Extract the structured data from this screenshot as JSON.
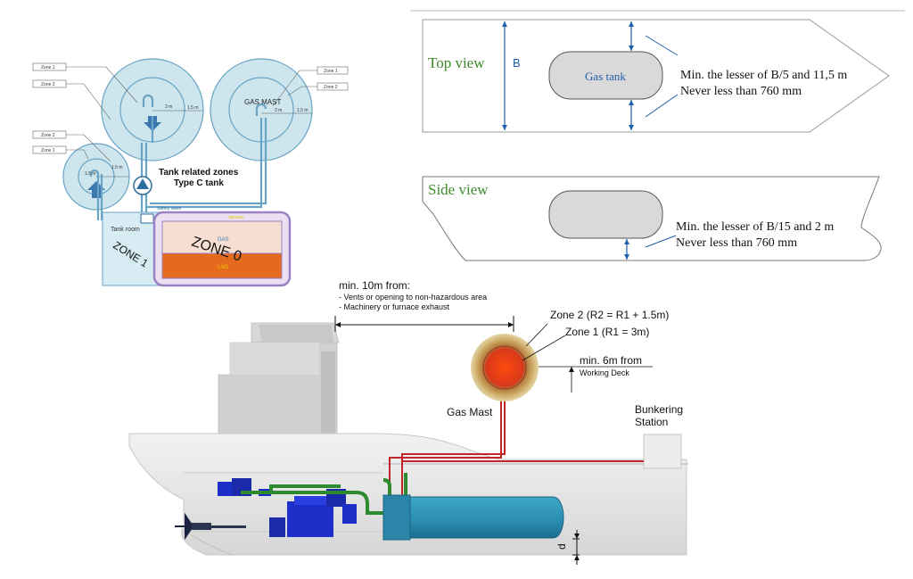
{
  "zones_diagram": {
    "labels": {
      "zone1": "Zone 1",
      "zone2": "Zone 2",
      "gas_mast": "GAS MAST",
      "r3m": "3 m",
      "r15m": "1.5 m",
      "title_line1": "Tank related zones",
      "title_line2": "Type C tank",
      "safety_valve": "Safety valve",
      "tank_room": "Tank room",
      "zone_1_room": "ZONE 1",
      "zone_0": "ZONE 0",
      "vacuum": "vacuum",
      "gas": "GAS",
      "lng": "LNG"
    },
    "colors": {
      "zone_fill": "#cde6ee",
      "tank_outline": "#9a82c4",
      "gas_fill": "#f6dfd0",
      "lng_fill": "#e46a1e",
      "pipe": "#6aa4c4"
    }
  },
  "top_view": {
    "label": "Top view",
    "beam": "B",
    "tank": "Gas tank",
    "line1": "Min. the lesser of B/5 and 11,5 m",
    "line2": "Never less than 760 mm",
    "label_color": "#3e8a2c"
  },
  "side_view": {
    "label": "Side view",
    "line1": "Min. the lesser of B/15 and 2 m",
    "line2": "Never less than 760 mm",
    "label_color": "#3e8a2c"
  },
  "ship": {
    "distance_header": "min. 10m from:",
    "distance_item1": "- Vents or opening to non-hazardous area",
    "distance_item2": "- Machinery or furnace exhaust",
    "zone2": "Zone 2 (R2 = R1 + 1.5m)",
    "zone1": "Zone 1 (R1 = 3m)",
    "min6": "min. 6m from",
    "working_deck": "Working Deck",
    "gas_mast": "Gas Mast",
    "bunkering_line1": "Bunkering",
    "bunkering_line2": "Station",
    "d": "d",
    "colors": {
      "pipe_red": "#c0262b",
      "pipe_green": "#2d8a2d",
      "tank": "#2c8fb4",
      "engine": "#1c2fc8",
      "zone1_core": "#e54a1c",
      "zone2_halo": "#c9a55e"
    }
  }
}
